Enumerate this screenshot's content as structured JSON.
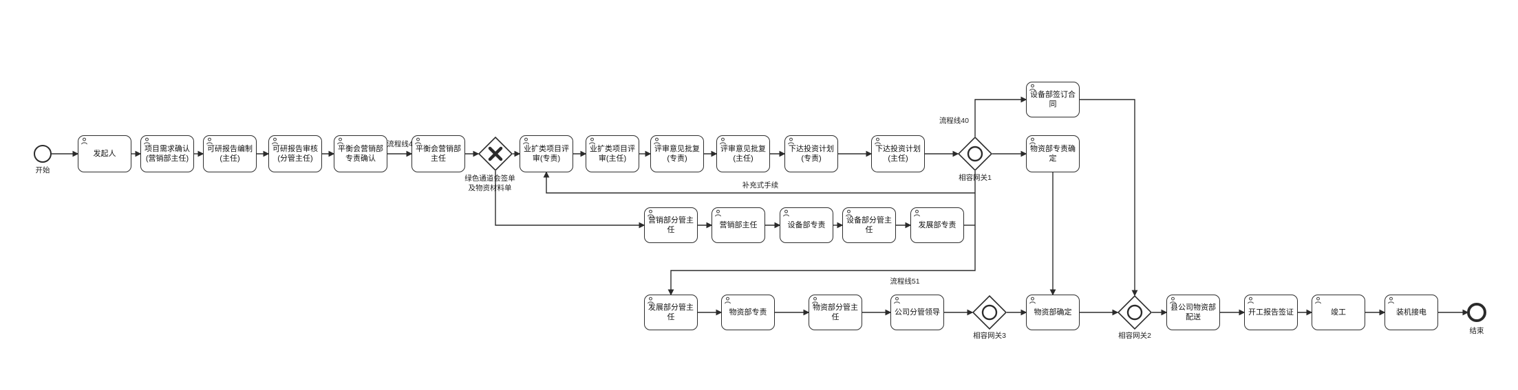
{
  "colors": {
    "stroke": "#2b2b2b",
    "background": "#ffffff"
  },
  "events": {
    "start": {
      "label": "开始"
    },
    "end": {
      "label": "结束"
    }
  },
  "tasks": [
    {
      "id": "initiator",
      "label": "发起人"
    },
    {
      "id": "demand-confirm",
      "label": "项目需求确认(营销部主任)"
    },
    {
      "id": "feasibility-report-prepare",
      "label": "可研报告编制(主任)"
    },
    {
      "id": "feasibility-report-review",
      "label": "可研报告审核(分管主任)"
    },
    {
      "id": "balance-meeting-marketing-specialist",
      "label": "平衡会营销部专责确认"
    },
    {
      "id": "balance-meeting-marketing-director",
      "label": "平衡会营销部主任"
    },
    {
      "id": "expansion-project-review-specialist",
      "label": "业扩类项目评审(专责)"
    },
    {
      "id": "expansion-project-review-director",
      "label": "业扩类项目评审(主任)"
    },
    {
      "id": "review-opinion-approval-specialist",
      "label": "评审意见批复(专责)"
    },
    {
      "id": "review-opinion-approval-director",
      "label": "评审意见批复(主任)"
    },
    {
      "id": "issue-investment-plan-specialist",
      "label": "下达投资计划(专责)"
    },
    {
      "id": "issue-investment-plan-director",
      "label": "下达投资计划(主任)"
    },
    {
      "id": "equipment-dept-sign-contract",
      "label": "设备部签订合同"
    },
    {
      "id": "material-dept-specialist-confirm",
      "label": "物资部专责确定"
    },
    {
      "id": "marketing-deputy-director",
      "label": "营销部分管主任"
    },
    {
      "id": "marketing-director",
      "label": "营销部主任"
    },
    {
      "id": "equipment-specialist",
      "label": "设备部专责"
    },
    {
      "id": "equipment-deputy-director",
      "label": "设备部分管主任"
    },
    {
      "id": "development-specialist",
      "label": "发展部专责"
    },
    {
      "id": "development-deputy-director",
      "label": "发展部分管主任"
    },
    {
      "id": "material-specialist",
      "label": "物资部专责"
    },
    {
      "id": "material-deputy-director",
      "label": "物资部分管主任"
    },
    {
      "id": "company-deputy-leader",
      "label": "公司分管领导"
    },
    {
      "id": "material-dept-confirm",
      "label": "物资部确定"
    },
    {
      "id": "county-material-delivery",
      "label": "县公司物资部配送"
    },
    {
      "id": "start-work-report-visa",
      "label": "开工报告签证"
    },
    {
      "id": "completion",
      "label": "竣工"
    },
    {
      "id": "install-power-connection",
      "label": "装机接电"
    }
  ],
  "gateways": [
    {
      "id": "exclusive-gateway",
      "type": "exclusive",
      "label": ""
    },
    {
      "id": "inclusive-gateway-1",
      "type": "inclusive",
      "label": "相容网关1"
    },
    {
      "id": "inclusive-gateway-3",
      "type": "inclusive",
      "label": "相容网关3"
    },
    {
      "id": "inclusive-gateway-2",
      "type": "inclusive",
      "label": "相容网关2"
    }
  ],
  "flow_labels": [
    {
      "id": "flow-line-4",
      "text": "流程线4"
    },
    {
      "id": "flow-line-40",
      "text": "流程线40"
    },
    {
      "id": "flow-line-51",
      "text": "流程线51"
    },
    {
      "id": "supplementary-procedure",
      "text": "补充式手续"
    },
    {
      "id": "green-channel-sign-sheet",
      "text": "绿色通道会签单及物资材料单"
    }
  ]
}
